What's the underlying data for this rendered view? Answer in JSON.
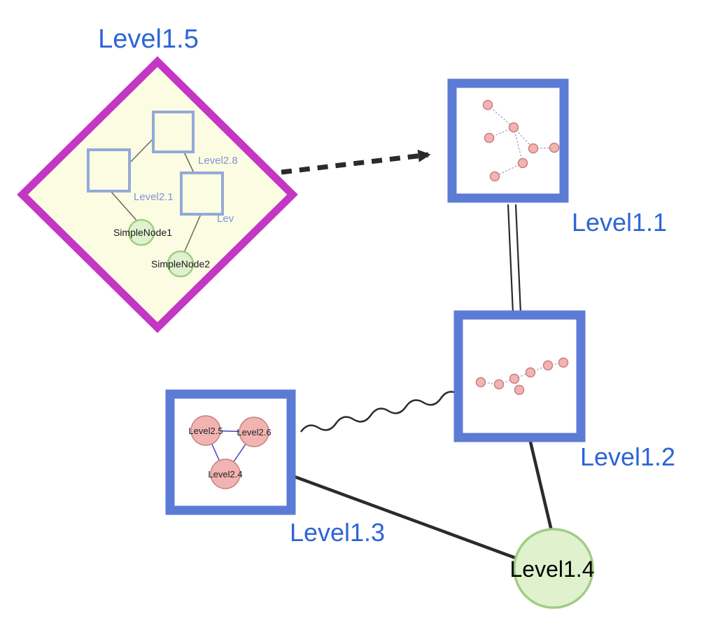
{
  "nodes": {
    "level15": "Level1.5",
    "level11": "Level1.1",
    "level12": "Level1.2",
    "level13": "Level1.3",
    "level14": "Level1.4",
    "level28": "Level2.8",
    "level21": "Level2.1",
    "lev": "Lev",
    "simplenode1": "SimpleNode1",
    "simplenode2": "SimpleNode2",
    "level25": "Level2.5",
    "level26": "Level2.6",
    "level24": "Level2.4"
  },
  "colors": {
    "group_border": "#c436c4",
    "group_fill": "#fcfce3",
    "frame_border": "#5b7bd5",
    "label_blue": "#2e65d6",
    "inner_square_border": "#93a9d8",
    "inner_label_blue": "#8094d6",
    "green_fill": "#e0f2cd",
    "green_border": "#a2cc85",
    "pink_fill": "#f2b4b2",
    "pink_border": "#c97e7a",
    "mini_edge_blue": "#8585cc",
    "tri_edge_blue": "#4444bb",
    "edge_black": "#2b2b2b",
    "inner_edge_gray": "#666666",
    "text_black": "#1a1a1a"
  }
}
